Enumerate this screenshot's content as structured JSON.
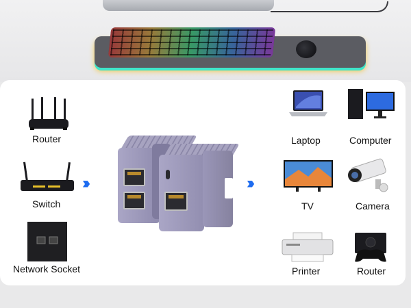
{
  "left_devices": [
    {
      "label": "Router",
      "icon": "router-icon"
    },
    {
      "label": "Switch",
      "icon": "switch-icon"
    },
    {
      "label": "Network Socket",
      "icon": "network-socket-icon"
    }
  ],
  "right_devices": [
    {
      "label": "Laptop",
      "icon": "laptop-icon"
    },
    {
      "label": "Computer",
      "icon": "computer-icon"
    },
    {
      "label": "TV",
      "icon": "tv-icon"
    },
    {
      "label": "Camera",
      "icon": "camera-icon"
    },
    {
      "label": "Printer",
      "icon": "printer-icon"
    },
    {
      "label": "Router",
      "icon": "router-icon"
    }
  ],
  "arrows": "›››",
  "colors": {
    "arrow": "#1e6cf0",
    "device_body": "#9e9ac0",
    "card": "#ffffff"
  }
}
